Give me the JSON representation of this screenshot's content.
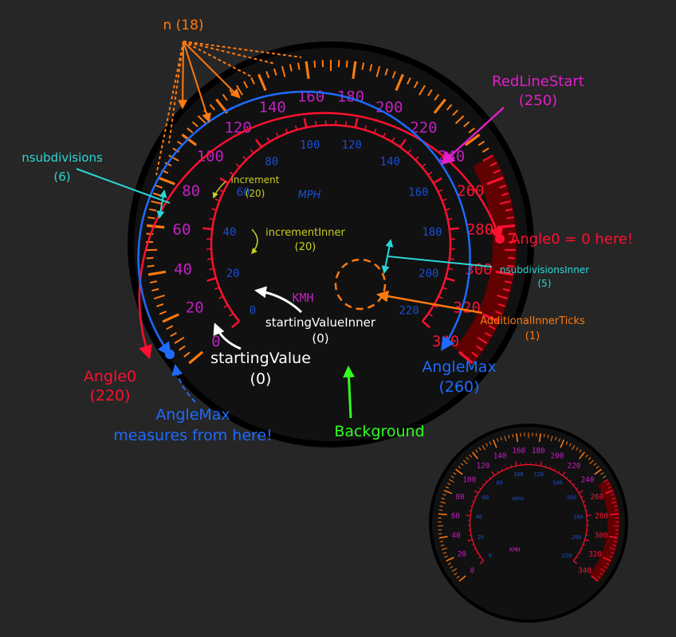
{
  "colors": {
    "background": "#262626",
    "orange": "#ff7a10",
    "red": "#ff1030",
    "blue": "#1e6bff",
    "magenta": "#e020c8",
    "cyan": "#2bd6d6",
    "yellow": "#c8d020",
    "white": "#ffffff",
    "green": "#30ff20",
    "dial_blue": "#1a4fd0",
    "dial_magenta": "#c020c0"
  },
  "gauge": {
    "outer_labels": [
      "0",
      "20",
      "40",
      "60",
      "80",
      "100",
      "120",
      "140",
      "160",
      "180",
      "200",
      "220",
      "240",
      "260",
      "280",
      "300",
      "320",
      "340"
    ],
    "inner_labels": [
      "0",
      "20",
      "40",
      "60",
      "80",
      "100",
      "120",
      "140",
      "160",
      "180",
      "200",
      "220"
    ],
    "unit_outer": "KMH",
    "unit_inner": "MPH"
  },
  "annotations": {
    "n": "n (18)",
    "redline_title": "RedLineStart",
    "redline_value": "(250)",
    "nsubdivisions_title": "nsubdivisions",
    "nsubdivisions_value": "(6)",
    "increment_title": "increment",
    "increment_value": "(20)",
    "increment_inner_title": "incrementInner",
    "increment_inner_value": "(20)",
    "angle0_zero": "Angle0 = 0 here!",
    "nsubdivisions_inner_title": "nsubdivisionsInner",
    "nsubdivisions_inner_value": "(5)",
    "additional_inner_title": "AdditionalInnerTicks",
    "additional_inner_value": "(1)",
    "starting_value_inner_title": "startingValueInner",
    "starting_value_inner_value": "(0)",
    "starting_value_title": "startingValue",
    "starting_value_value": "(0)",
    "angle0_title": "Angle0",
    "angle0_value": "(220)",
    "anglemax_title": "AngleMax",
    "anglemax_value": "(260)",
    "anglemax_note_title": "AngleMax",
    "anglemax_note_sub": "measures from here!",
    "background": "Background"
  }
}
